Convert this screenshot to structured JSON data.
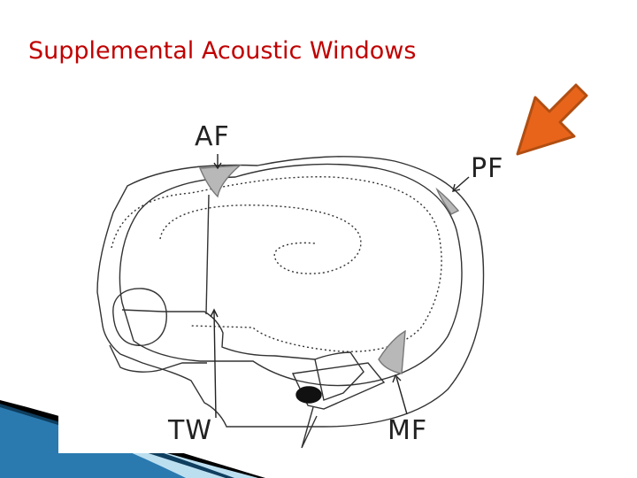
{
  "slide": {
    "title": "Supplemental Acoustic Windows",
    "title_color": "#c00000"
  },
  "figure": {
    "labels": {
      "af": "AF",
      "pf": "PF",
      "tw": "TW",
      "mf": "MF"
    },
    "window_fill_color": "#b8b8b8"
  },
  "pointer": {
    "icon": "orange-pointer-arrow-icon",
    "color": "#e8641b",
    "outline_color": "#b14e12"
  },
  "decoration": {
    "swoosh_colors": [
      "#1e5f8a",
      "#7fb6d9",
      "#000000"
    ]
  }
}
